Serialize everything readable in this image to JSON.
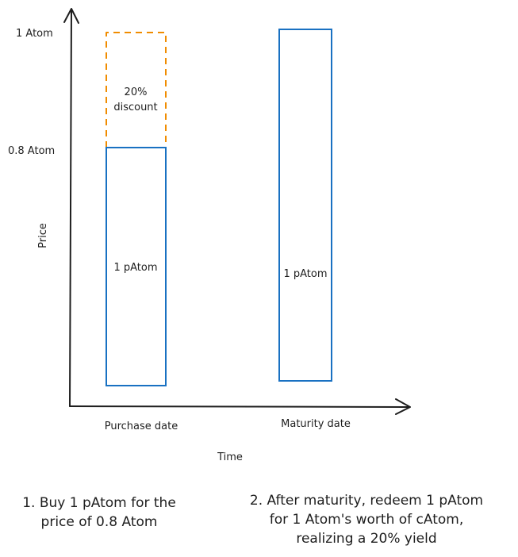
{
  "axes": {
    "y_label": "Price",
    "x_label": "Time",
    "y_ticks": [
      "1 Atom",
      "0.8 Atom"
    ],
    "x_ticks": [
      "Purchase date",
      "Maturity date"
    ]
  },
  "bars": {
    "purchase_label": "1 pAtom",
    "discount_label_line1": "20%",
    "discount_label_line2": "discount",
    "maturity_label": "1 pAtom"
  },
  "captions": {
    "step1": "1. Buy 1 pAtom for the\nprice of 0.8 Atom",
    "step2": "2. After maturity, redeem 1 pAtom\nfor 1 Atom's worth of cAtom,\nrealizing a 20% yield"
  },
  "colors": {
    "stroke": "#1e1e1e",
    "bar_blue": "#1971c2",
    "discount_orange": "#f08c00"
  }
}
